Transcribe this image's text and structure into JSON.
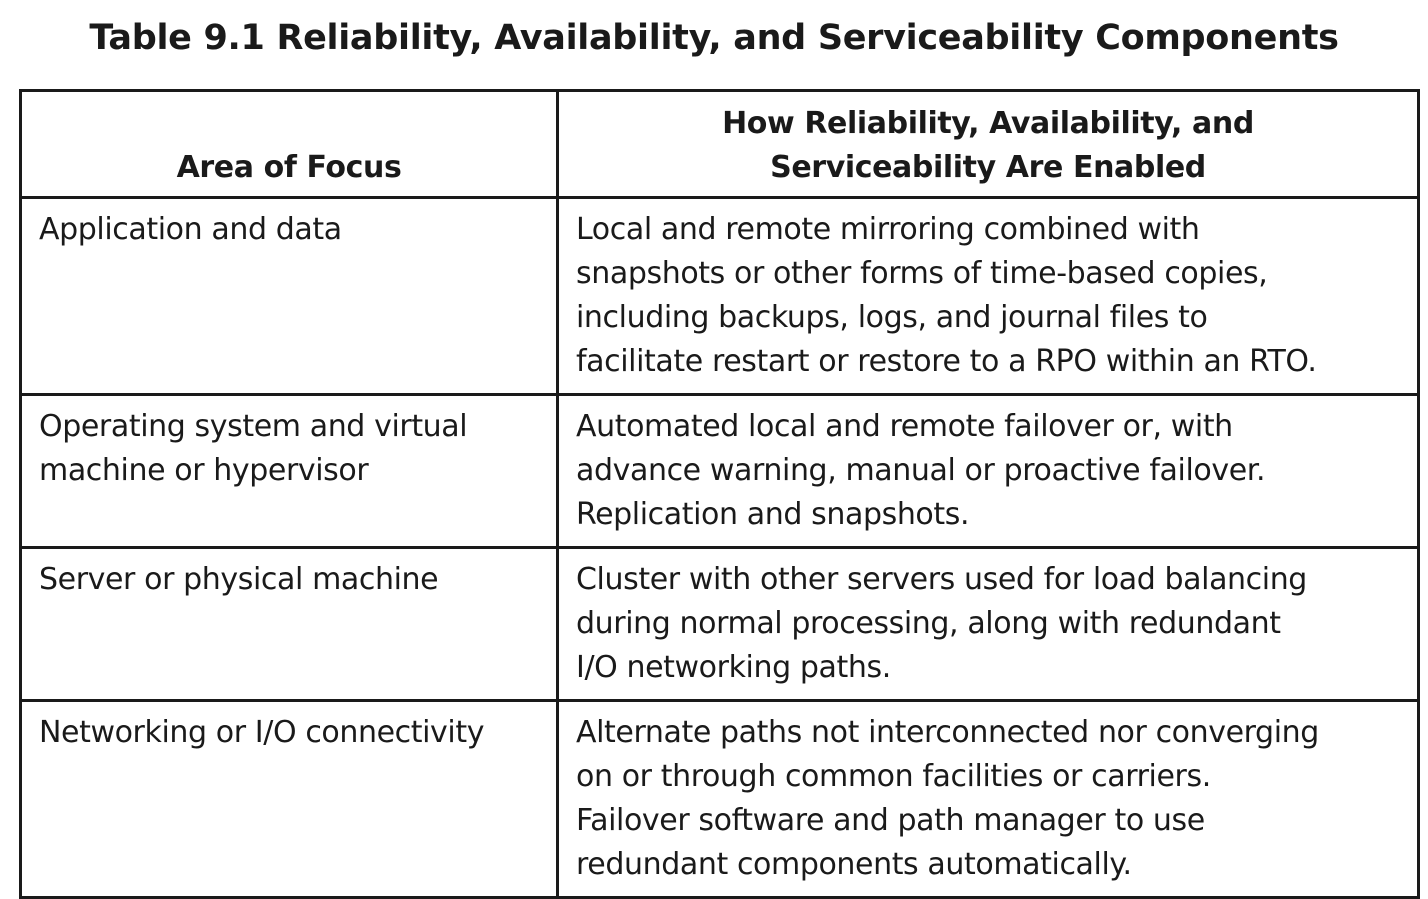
{
  "caption": "Table 9.1  Reliability, Availability, and Serviceability Components",
  "headers": {
    "focus": "Area of Focus",
    "how_line1": "How Reliability, Availability, and",
    "how_line2": "Serviceability Are Enabled"
  },
  "rows": [
    {
      "focus": [
        "Application and data"
      ],
      "how": [
        "Local and remote mirroring combined with",
        "snapshots or other forms of time-based copies,",
        "including backups, logs, and journal files to",
        "facilitate restart or restore to a RPO within an RTO."
      ]
    },
    {
      "focus": [
        "Operating system and virtual",
        "machine or hypervisor"
      ],
      "how": [
        "Automated local and remote failover or, with",
        "advance warning, manual or proactive failover.",
        "Replication and snapshots."
      ]
    },
    {
      "focus": [
        "Server or physical machine"
      ],
      "how": [
        "Cluster with other servers used for load balancing",
        "during normal processing, along with redundant",
        "I/O networking paths."
      ]
    },
    {
      "focus": [
        "Networking or I/O connectivity"
      ],
      "how": [
        "Alternate paths not interconnected nor converging",
        "on or through common facilities or carriers.",
        "Failover software and path manager to use",
        "redundant components automatically."
      ]
    }
  ]
}
